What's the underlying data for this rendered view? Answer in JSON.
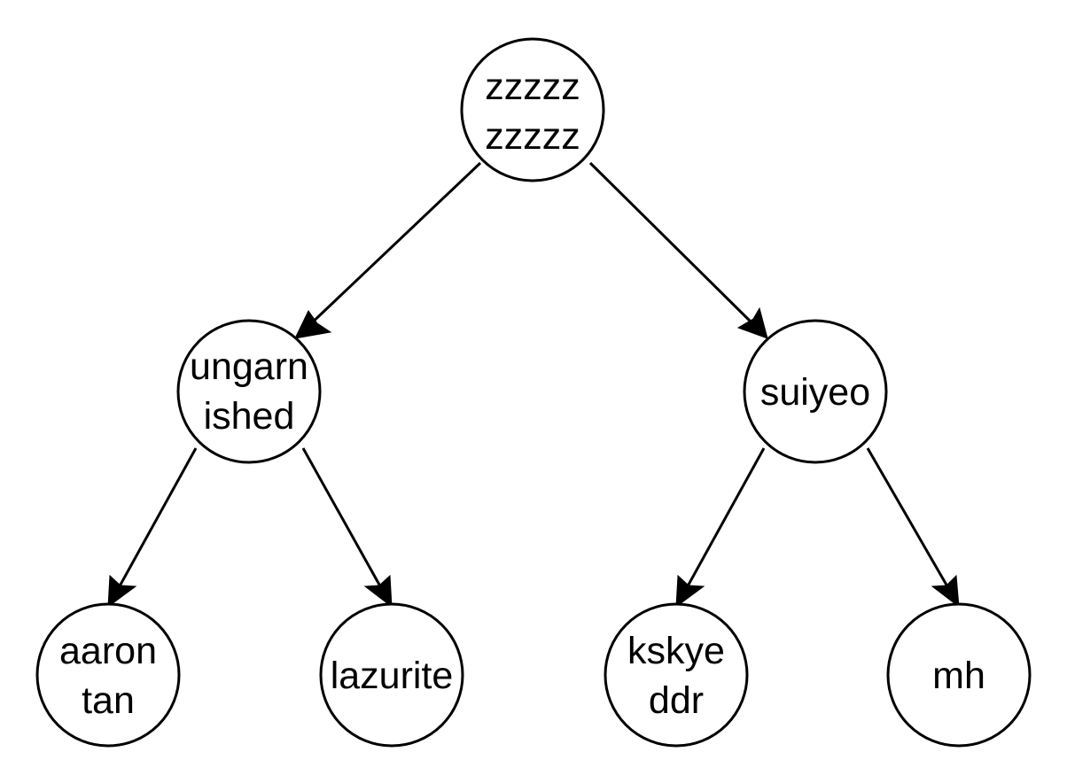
{
  "diagram": {
    "type": "tree",
    "nodes": [
      {
        "id": "root",
        "lines": [
          "zzzzz",
          "zzzzz"
        ]
      },
      {
        "id": "left",
        "lines": [
          "ungarn",
          "ished"
        ]
      },
      {
        "id": "right",
        "lines": [
          "suiyeo"
        ]
      },
      {
        "id": "ll",
        "lines": [
          "aaron",
          "tan"
        ]
      },
      {
        "id": "lr",
        "lines": [
          "lazurite"
        ]
      },
      {
        "id": "rl",
        "lines": [
          "kskye",
          "ddr"
        ]
      },
      {
        "id": "rr",
        "lines": [
          "mh"
        ]
      }
    ],
    "edges": [
      {
        "from": "root",
        "to": "left"
      },
      {
        "from": "root",
        "to": "right"
      },
      {
        "from": "left",
        "to": "ll"
      },
      {
        "from": "left",
        "to": "lr"
      },
      {
        "from": "right",
        "to": "rl"
      },
      {
        "from": "right",
        "to": "rr"
      }
    ]
  }
}
